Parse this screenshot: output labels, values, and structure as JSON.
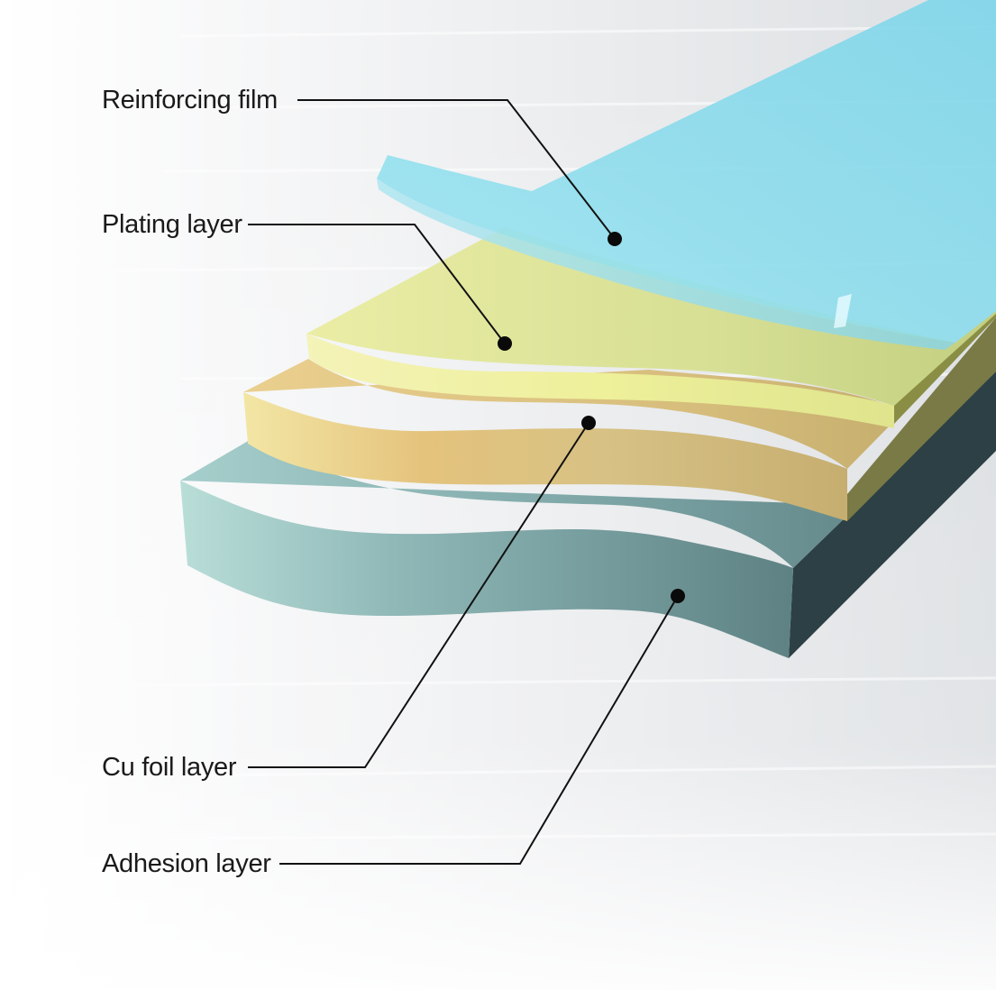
{
  "callouts": [
    {
      "id": "reinforcing-film",
      "label": "Reinforcing film"
    },
    {
      "id": "plating-layer",
      "label": "Plating layer"
    },
    {
      "id": "cu-foil-layer",
      "label": "Cu foil layer"
    },
    {
      "id": "adhesion-layer",
      "label": "Adhesion layer"
    }
  ],
  "colors": {
    "reinforcing_film": "#8EDDEC",
    "plating_layer": "#E4E89A",
    "cu_foil_layer": "#E2C681",
    "adhesion_layer": "#7DA8AA",
    "adhesion_side": "#2C4045",
    "leader_line": "#111111"
  }
}
